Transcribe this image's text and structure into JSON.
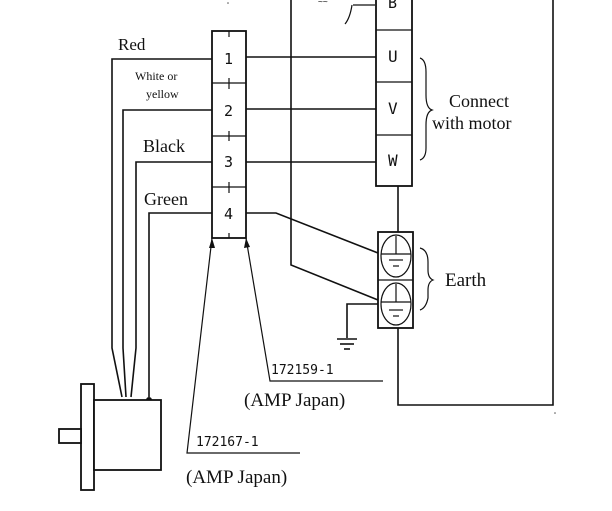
{
  "diagram": {
    "type": "wiring-diagram",
    "wire_labels": {
      "red": "Red",
      "white_or_yellow_line1": "White or",
      "white_or_yellow_line2": "yellow",
      "black": "Black",
      "green": "Green"
    },
    "connector_pins": [
      "1",
      "2",
      "3",
      "4"
    ],
    "terminal_block": {
      "top_partial": "B",
      "terminals": [
        "U",
        "V",
        "W"
      ]
    },
    "labels": {
      "connect_line1": "Connect",
      "connect_line2": "with motor",
      "earth": "Earth",
      "part_socket": "172159-1",
      "part_socket_maker": "(AMP Japan)",
      "part_plug": "172167-1",
      "part_plug_maker": "(AMP Japan)"
    },
    "colors": {
      "line": "#111111",
      "background": "#ffffff"
    }
  }
}
